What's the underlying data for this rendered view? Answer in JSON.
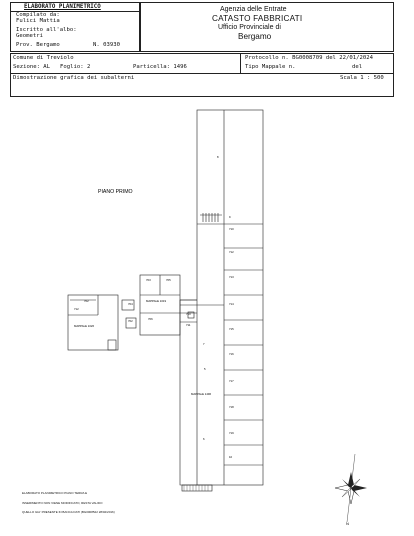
{
  "header": {
    "title": "ELABORATO PLANIMETRICO",
    "compilato_label": "Compilato da:",
    "compilato_name": "Fulici Mattia",
    "iscritto_label": "Iscritto all'albo:",
    "iscritto_value": "Geometri",
    "prov_label": "Prov. Bergamo",
    "number_label": "N. 03930",
    "agency_line1": "Agenzia delle Entrate",
    "agency_line2": "CATASTO FABBRICATI",
    "agency_line3": "Ufficio Provinciale di",
    "agency_line4": "Bergamo"
  },
  "info": {
    "comune": "Comune di Treviolo",
    "sezione": "Sezione: AL",
    "foglio": "Foglio: 2",
    "particella": "Particella: 1496",
    "protocollo": "Protocollo n. BG0008709 del 22/01/2024",
    "tipo_mappale": "Tipo Mappale n.",
    "del": "del",
    "dimostrazione": "Dimostrazione grafica dei subalterni",
    "scala": "Scala 1 : 500"
  },
  "plan": {
    "floor_label": "PIANO PRIMO",
    "mappale_left": "MAPPALE 1026",
    "mappale_mid": "MAPPALE 1019",
    "mappale_main": "MAPPALE 1496",
    "small_labels": [
      "702",
      "703",
      "705",
      "704",
      "712",
      "706",
      "702",
      "711",
      "710",
      "710",
      "712",
      "713",
      "714",
      "715",
      "716",
      "717",
      "718",
      "719",
      "10",
      "9",
      "8",
      "7",
      "6",
      "5"
    ]
  },
  "footer": {
    "line1": "ELABORATO PLANIMETRICO PIANO TERRA E",
    "line2": "INSERIMENTO NON VIENE MODIFICATO, RESTA VALIDO",
    "line3": "QUELLO GIA' PRESENTE IN BANCA DATI (BG0008522 28/02/2016)"
  },
  "compass": {
    "north_label": "N"
  }
}
